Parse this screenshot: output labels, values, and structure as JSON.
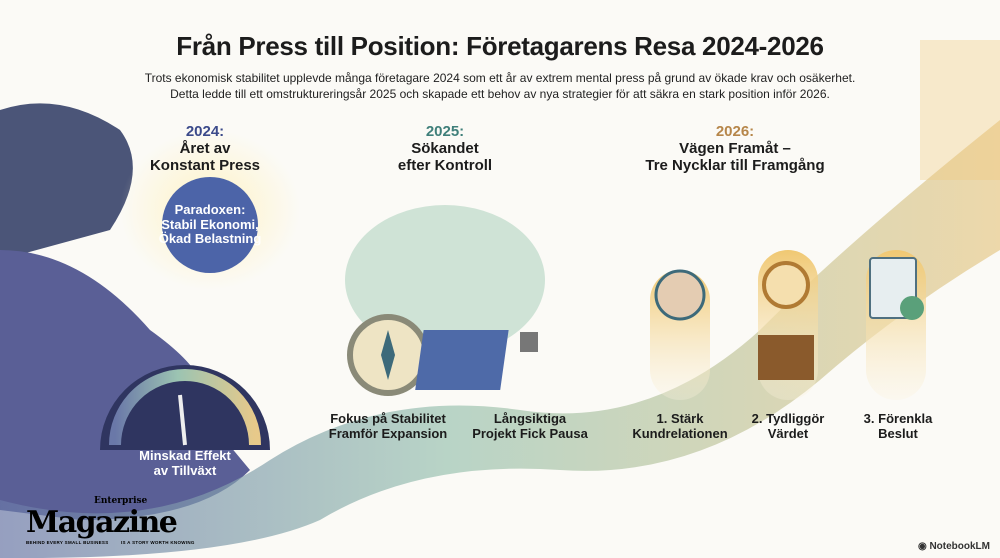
{
  "title": "Från Press till Position: Företagarens Resa 2024-2026",
  "subtitle": [
    "Trots ekonomisk stabilitet upplevde många företagare 2024 som ett år av extrem mental press på grund av ökade krav och osäkerhet.",
    "Detta ledde till ett omstruktureringsår 2025 och skapade ett behov av nya strategier för att säkra en stark position inför 2026."
  ],
  "colors": {
    "y2024": "#3b4a8a",
    "y2025": "#3f7f7a",
    "y2026": "#b6864a",
    "storm": "#4b5578",
    "path": "#8fb59a",
    "gold": "#e9c27a"
  },
  "sections": {
    "y2024": {
      "year": "2024:",
      "heading": [
        "Året av",
        "Konstant Press"
      ],
      "paradox": [
        "Paradoxen:",
        "Stabil Ekonomi,",
        "Ökad Belastning"
      ],
      "gauge": [
        "Minskad Effekt",
        "av Tillväxt"
      ]
    },
    "y2025": {
      "year": "2025:",
      "heading": [
        "Sökandet",
        "efter Kontroll"
      ],
      "items": [
        [
          "Fokus på Stabilitet",
          "Framför Expansion"
        ],
        [
          "Långsiktiga",
          "Projekt Fick Pausa"
        ]
      ]
    },
    "y2026": {
      "year": "2026:",
      "heading": [
        "Vägen Framåt –",
        "Tre Nycklar till Framgång"
      ],
      "keys": [
        [
          "1. Stärk",
          "Kundrelationen"
        ],
        [
          "2. Tydliggör",
          "Värdet"
        ],
        [
          "3. Förenkla",
          "Beslut"
        ]
      ]
    }
  },
  "logo": {
    "top": "Enterprise",
    "name": "Magazine",
    "tagline_left": "BEHIND EVERY SMALL BUSINESS",
    "tagline_right": "IS A STORY WORTH KNOWING"
  },
  "watermark": "NotebookLM",
  "icons": [
    "storm-cloud-icon",
    "gauge-icon",
    "compass-gear-icon",
    "blueprint-pause-icon",
    "network-icon",
    "treasure-magnifier-icon",
    "checklist-flowchart-icon"
  ]
}
